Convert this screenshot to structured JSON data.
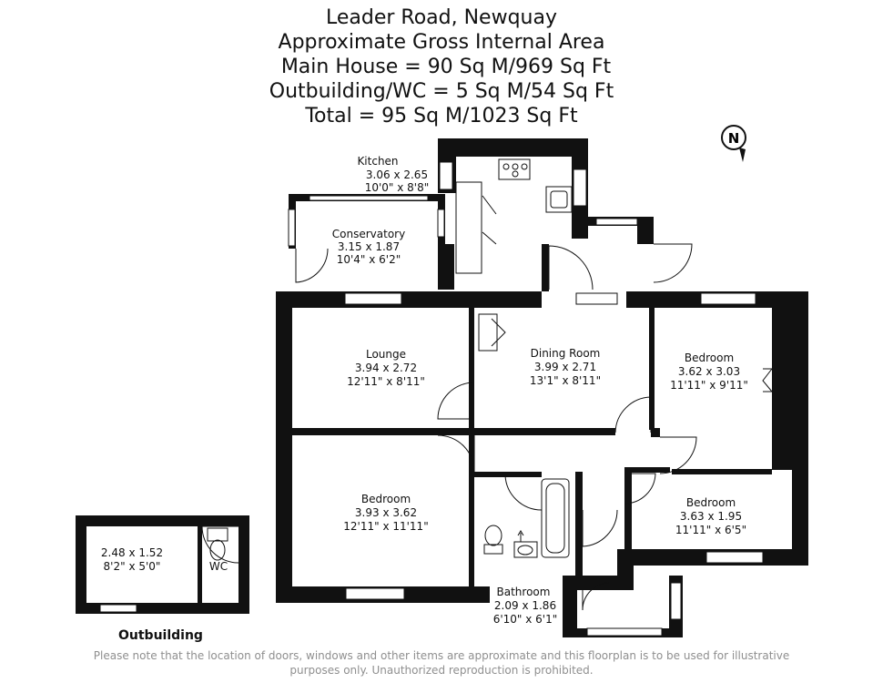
{
  "title": {
    "address": "Leader Road, Newquay",
    "area_heading": "Approximate Gross Internal Area",
    "main_house": "Main House = 90 Sq M/969 Sq Ft",
    "outbuilding": "Outbuilding/WC = 5 Sq M/54 Sq Ft",
    "total": "Total = 95 Sq M/1023 Sq Ft"
  },
  "compass": {
    "letter": "N",
    "icon": "north-arrow-icon"
  },
  "rooms": {
    "kitchen": {
      "name": "Kitchen",
      "metric": "3.06 x 2.65",
      "imperial": "10'0\" x 8'8\""
    },
    "conservatory": {
      "name": "Conservatory",
      "metric": "3.15 x 1.87",
      "imperial": "10'4\" x 6'2\""
    },
    "lounge": {
      "name": "Lounge",
      "metric": "3.94 x 2.72",
      "imperial": "12'11\" x 8'11\""
    },
    "dining": {
      "name": "Dining Room",
      "metric": "3.99 x 2.71",
      "imperial": "13'1\" x 8'11\""
    },
    "bedroom_ne": {
      "name": "Bedroom",
      "metric": "3.62 x 3.03",
      "imperial": "11'11\" x 9'11\""
    },
    "bedroom_sw": {
      "name": "Bedroom",
      "metric": "3.93 x 3.62",
      "imperial": "12'11\" x 11'11\""
    },
    "bedroom_se": {
      "name": "Bedroom",
      "metric": "3.63 x 1.95",
      "imperial": "11'11\" x 6'5\""
    },
    "bathroom": {
      "name": "Bathroom",
      "metric": "2.09 x 1.86",
      "imperial": "6'10\" x 6'1\""
    },
    "outbuilding_room": {
      "metric": "2.48 x 1.52",
      "imperial": "8'2\" x 5'0\""
    },
    "wc": {
      "name": "WC"
    }
  },
  "outbuilding_label": "Outbuilding",
  "disclaimer": {
    "line1": "Please note that the location of doors, windows and other items are approximate and this floorplan is to be used for illustrative",
    "line2": "purposes only. Unauthorized reproduction is prohibited."
  }
}
